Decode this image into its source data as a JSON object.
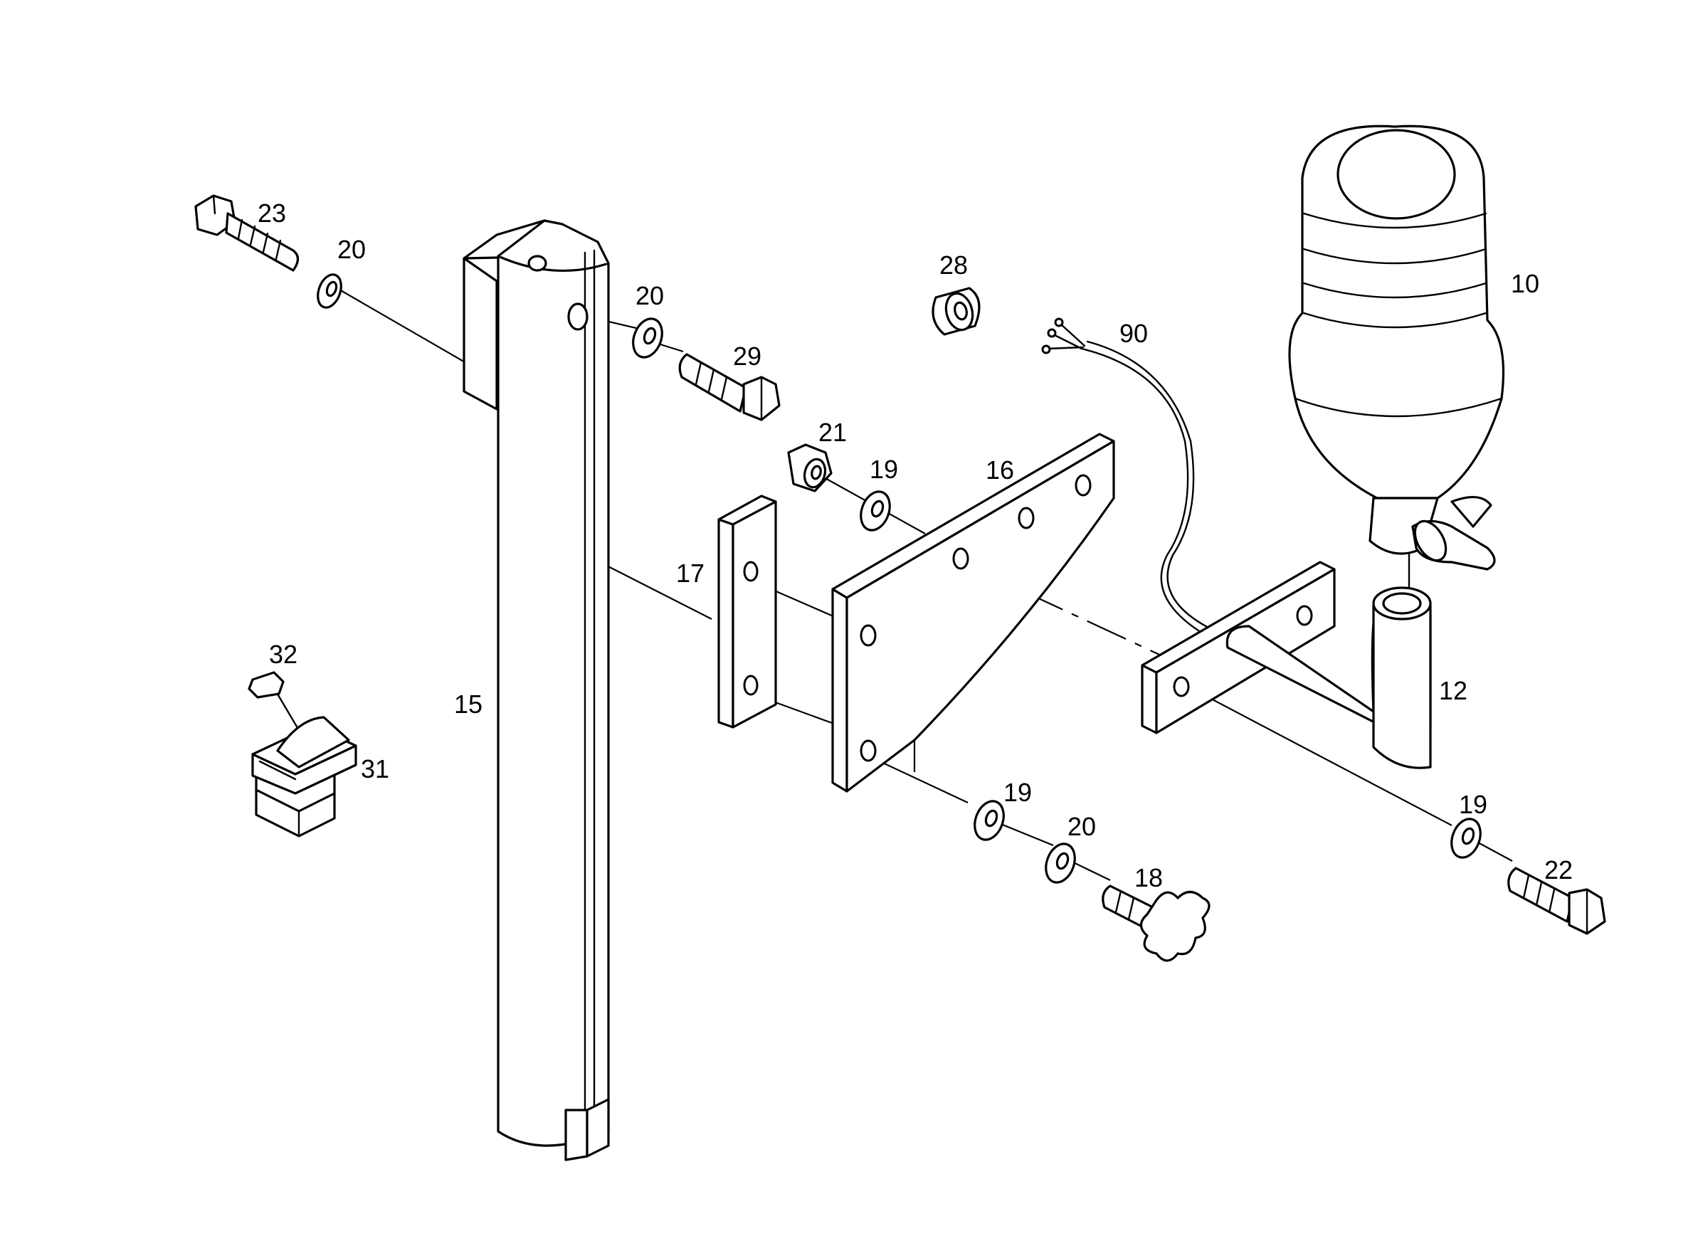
{
  "diagram": {
    "type": "exploded-parts-drawing",
    "callouts": [
      {
        "id": "c23",
        "text": "23"
      },
      {
        "id": "c20a",
        "text": "20"
      },
      {
        "id": "c20b",
        "text": "20"
      },
      {
        "id": "c29",
        "text": "29"
      },
      {
        "id": "c28",
        "text": "28"
      },
      {
        "id": "c90",
        "text": "90"
      },
      {
        "id": "c10",
        "text": "10"
      },
      {
        "id": "c21",
        "text": "21"
      },
      {
        "id": "c19a",
        "text": "19"
      },
      {
        "id": "c16",
        "text": "16"
      },
      {
        "id": "c17",
        "text": "17"
      },
      {
        "id": "c15",
        "text": "15"
      },
      {
        "id": "c32",
        "text": "32"
      },
      {
        "id": "c31",
        "text": "31"
      },
      {
        "id": "c12",
        "text": "12"
      },
      {
        "id": "c19b",
        "text": "19"
      },
      {
        "id": "c20c",
        "text": "20"
      },
      {
        "id": "c18",
        "text": "18"
      },
      {
        "id": "c19c",
        "text": "19"
      },
      {
        "id": "c22",
        "text": "22"
      }
    ]
  }
}
